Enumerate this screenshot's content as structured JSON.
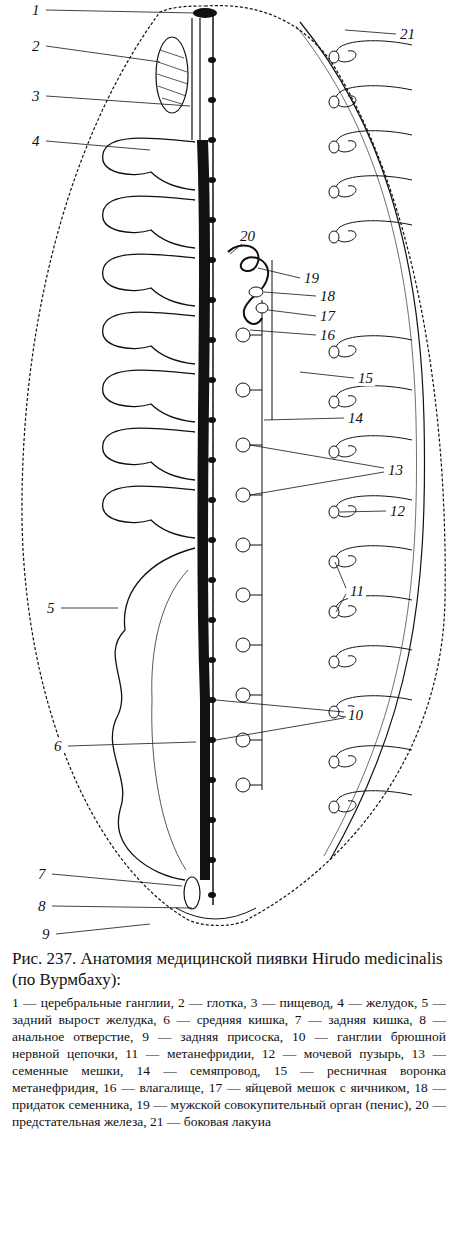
{
  "diagram": {
    "caption": "Рис. 237. Анатомия медицинской пиявки Hirudo medicinalis (по Вурмбаху):",
    "labels": [
      "1",
      "21",
      "2",
      "3",
      "4",
      "20",
      "19",
      "18",
      "17",
      "16",
      "15",
      "14",
      "13",
      "12",
      "11",
      "10",
      "5",
      "6",
      "7",
      "8",
      "9",
      "1 — церебральные ганглии, 2 — глотка, 3 — пищевод, 4 — желудок, 5 — задний вырост желудка, 6 — средняя кишка, 7 — задняя кишка, 8 — анальное отверстие, 9 — задняя присоска, 10 — ганглии брюшной нервной цепочки, 11 — метанефридии, 12 — мочевой пузырь, 13 — семенные мешки, 14 — семяпровод, 15 — ресничная воронка метанефридия, 16 — влагалище, 17 — яйцевой мешок с яичником, 18 — придаток семенника, 19 — мужской совокупительный орган (пенис), 20 — предстательная железа, 21 — боковая лакуиа"
    ]
  }
}
